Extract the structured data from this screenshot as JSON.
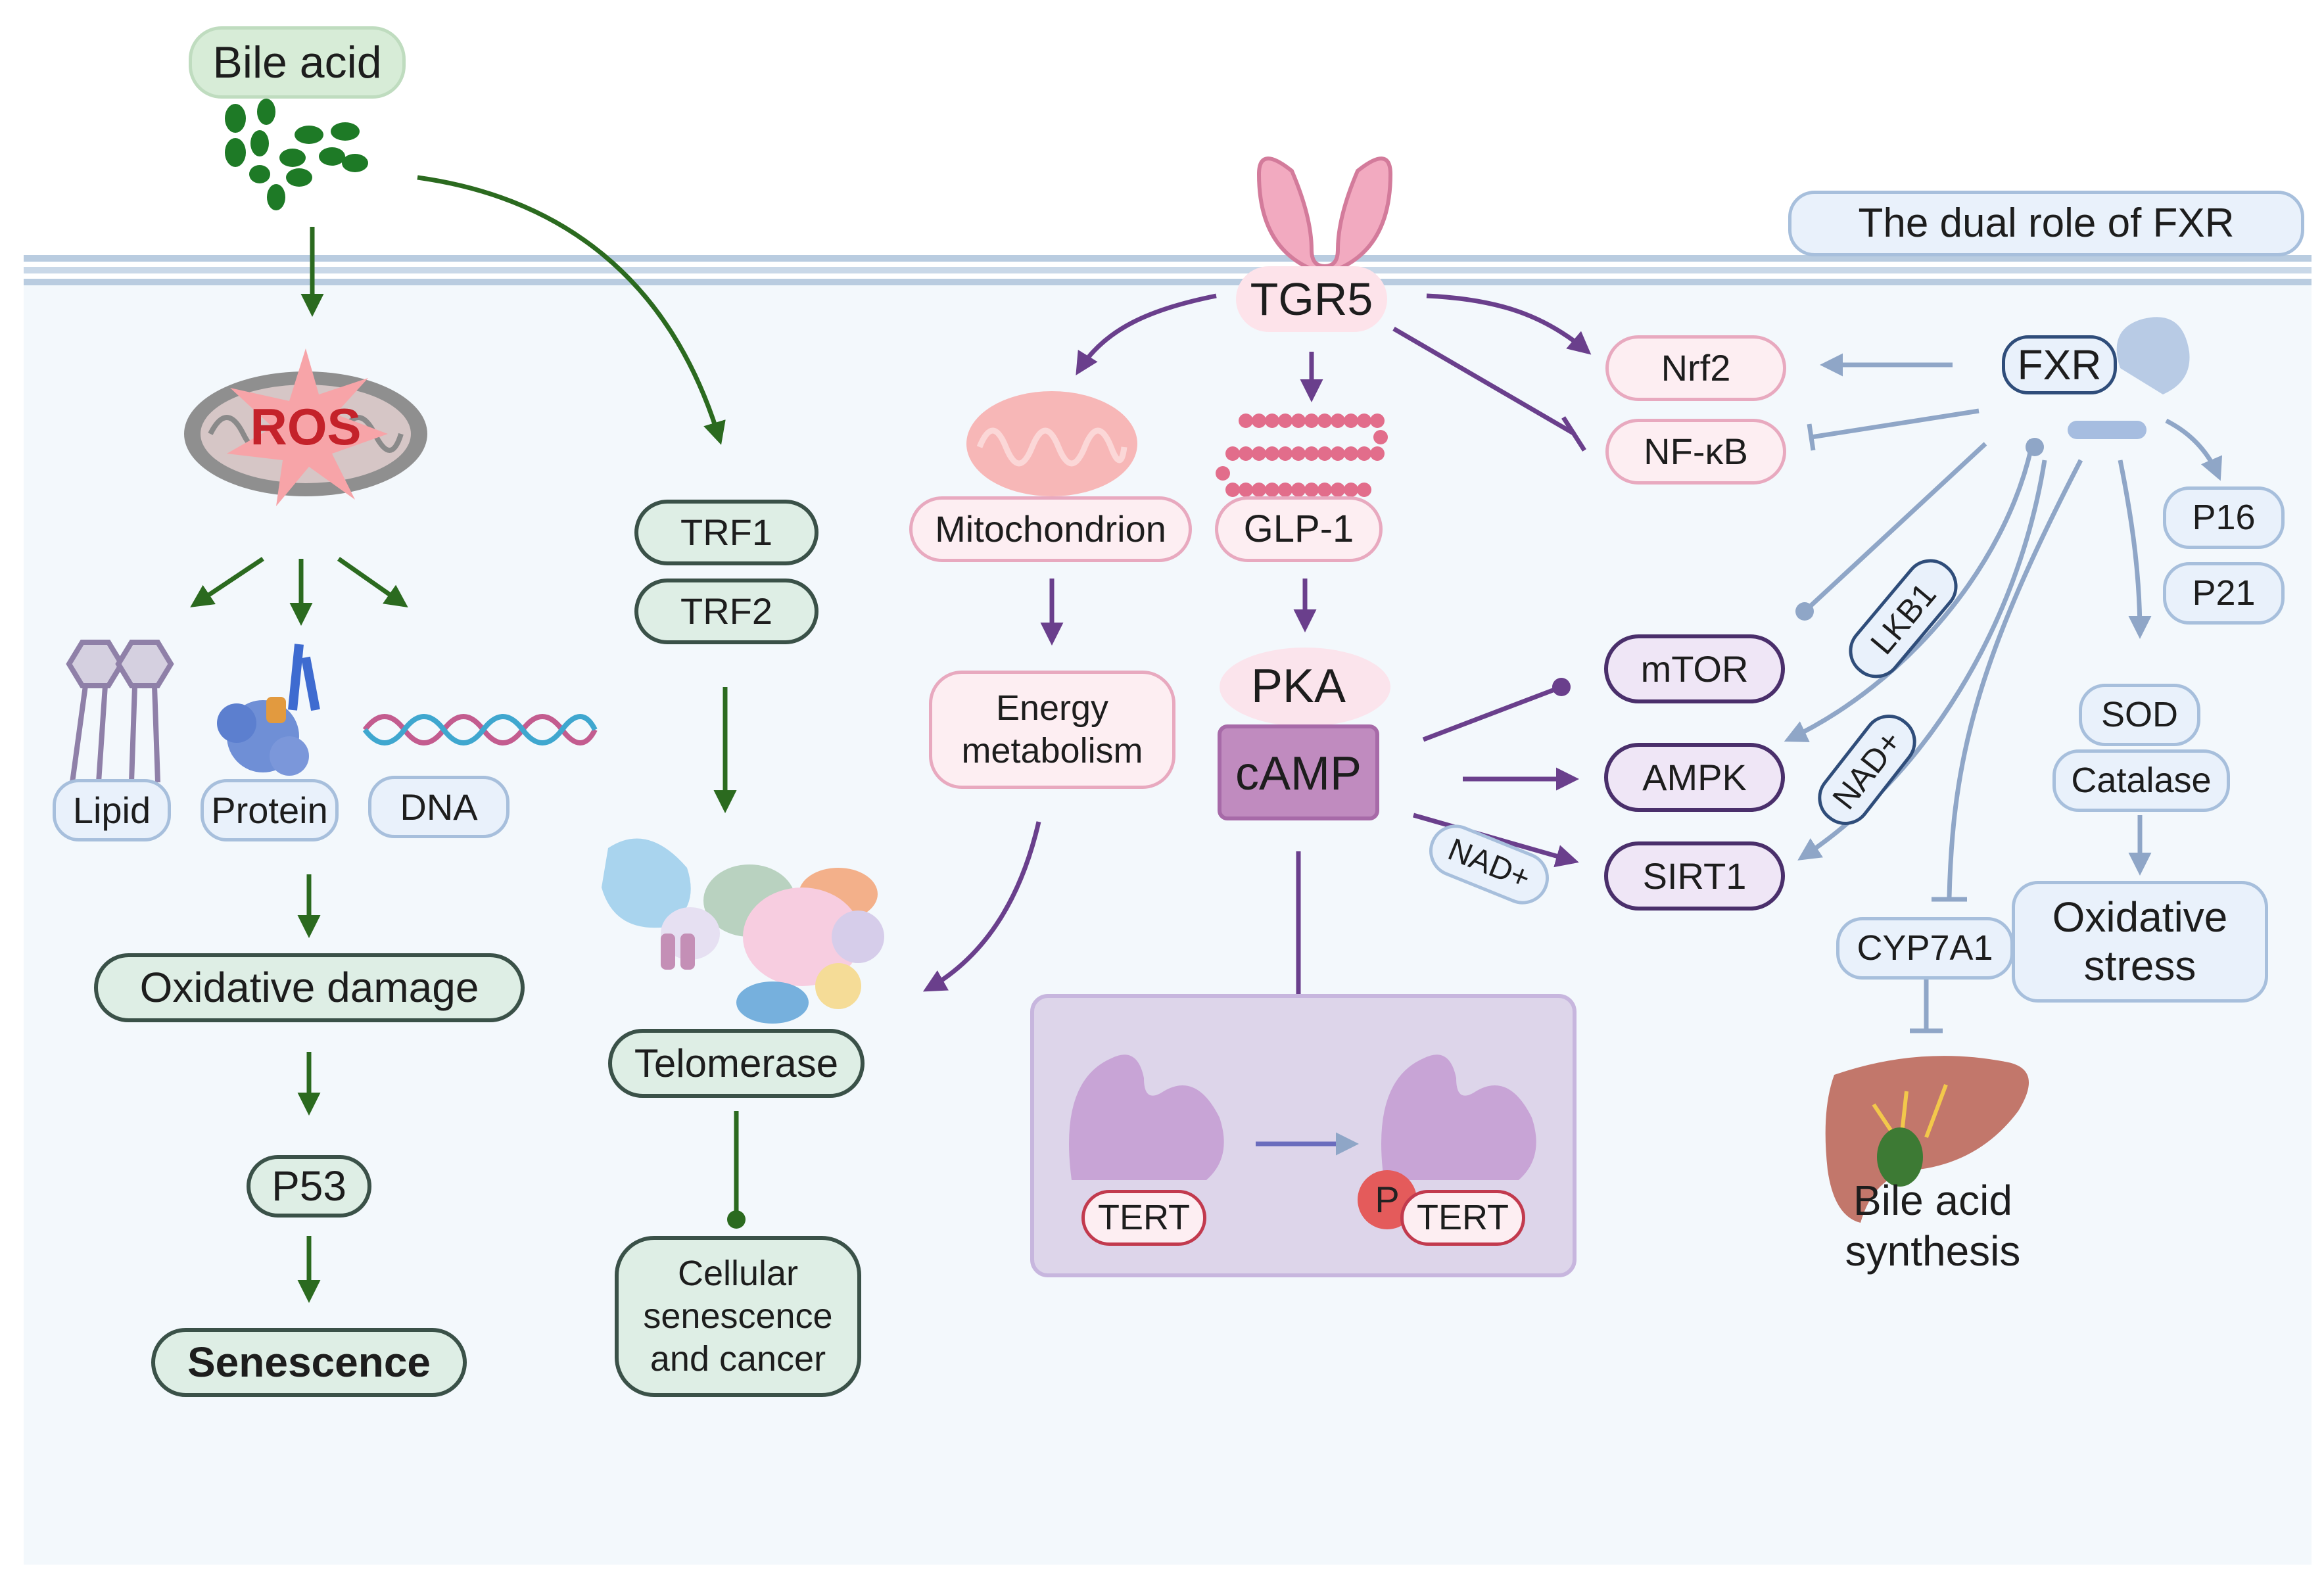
{
  "bile": {
    "title": "Bile acid",
    "ros": "ROS",
    "targets": [
      "Lipid",
      "Protein",
      "DNA"
    ],
    "oxidative_damage": "Oxidative damage",
    "p53": "P53",
    "senescence": "Senescence"
  },
  "telomere": {
    "trf1": "TRF1",
    "trf2": "TRF2",
    "telomerase": "Telomerase",
    "outcome": "Cellular\nsenescence\nand cancer"
  },
  "tgr5": {
    "receptor": "TGR5",
    "mitochondrion": "Mitochondrion",
    "glp1": "GLP-1",
    "energy": "Energy\nmetabolism",
    "pka": "PKA",
    "camp": "cAMP",
    "nad": "NAD+",
    "tert_left": "TERT",
    "tert_right": "TERT",
    "phospho": "P"
  },
  "fxr": {
    "title": "The dual role of FXR",
    "receptor": "FXR",
    "nrf2": "Nrf2",
    "nfkb": "NF-κB",
    "mtor": "mTOR",
    "ampk": "AMPK",
    "sirt1": "SIRT1",
    "lkb1": "LKB1",
    "nad": "NAD+",
    "p16": "P16",
    "p21": "P21",
    "sod": "SOD",
    "catalase": "Catalase",
    "oxidative_stress": "Oxidative\nstress",
    "cyp7a1": "CYP7A1",
    "bile_synthesis": "Bile acid\nsynthesis"
  },
  "colors": {
    "green_arrow": "#2b6a1f",
    "purple_arrow": "#6a3f8c",
    "blue_arrow": "#8fa6c7",
    "membrane": "#b9cce0",
    "cell_bg": "#f3f8fc"
  }
}
